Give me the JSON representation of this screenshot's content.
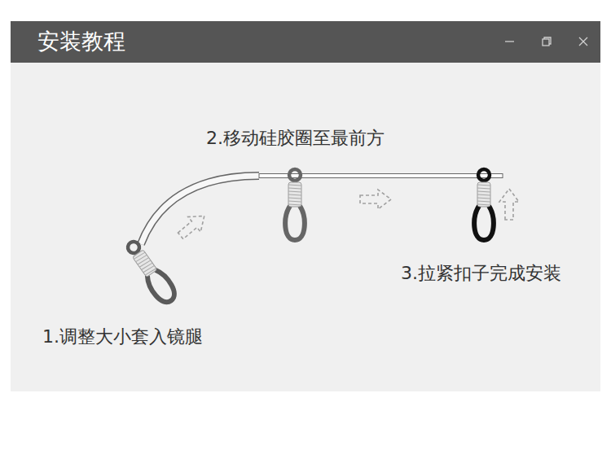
{
  "diagram": {
    "title": "安装教程",
    "labels": [
      "2.移动硅胶圈至最前方",
      "3.拉紧扣子完成安装",
      "1.调整大小套入镜腿"
    ]
  }
}
